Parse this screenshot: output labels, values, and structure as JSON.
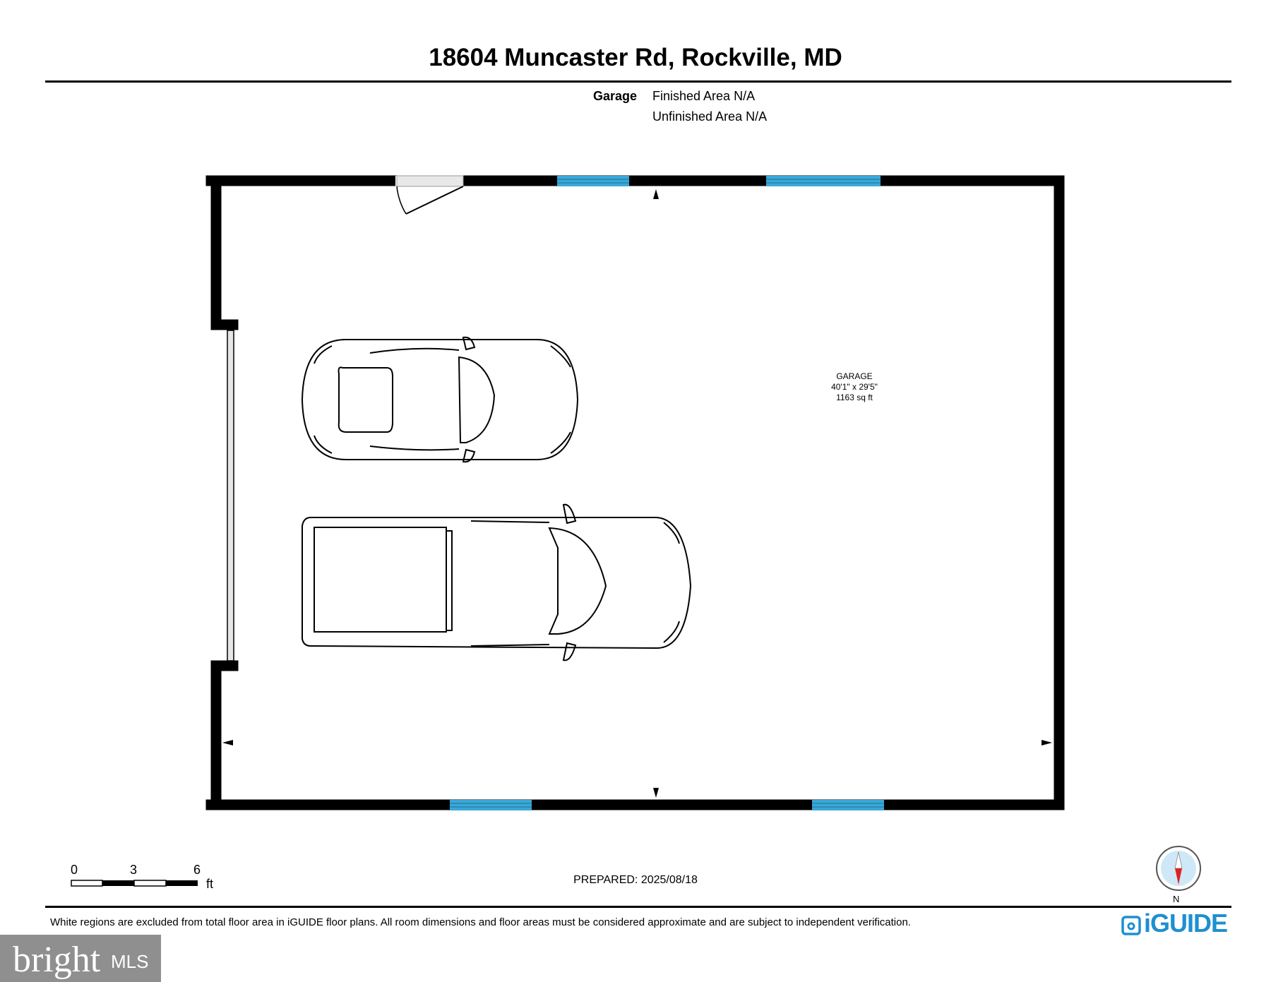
{
  "header": {
    "title": "18604 Muncaster Rd, Rockville, MD"
  },
  "areas": {
    "level_label": "Garage",
    "finished": "Finished Area N/A",
    "unfinished": "Unfinished Area N/A"
  },
  "room": {
    "name": "GARAGE",
    "dimensions": "40'1\" x 29'5\"",
    "area": "1163 sq ft"
  },
  "scale": {
    "ticks": [
      "0",
      "3",
      "6"
    ],
    "unit": "ft"
  },
  "compass": {
    "label": "N"
  },
  "footer": {
    "prepared": "PREPARED: 2025/08/18",
    "disclaimer": "White regions are excluded from total floor area in iGUIDE floor plans. All room dimensions and floor areas must be considered approximate and are subject to independent verification.",
    "brand": "iGUIDE"
  },
  "watermark": {
    "word": "bright",
    "mls": "MLS"
  },
  "colors": {
    "window": "#3aa8d8",
    "brand": "#1e8fd0",
    "wall": "#000000"
  }
}
